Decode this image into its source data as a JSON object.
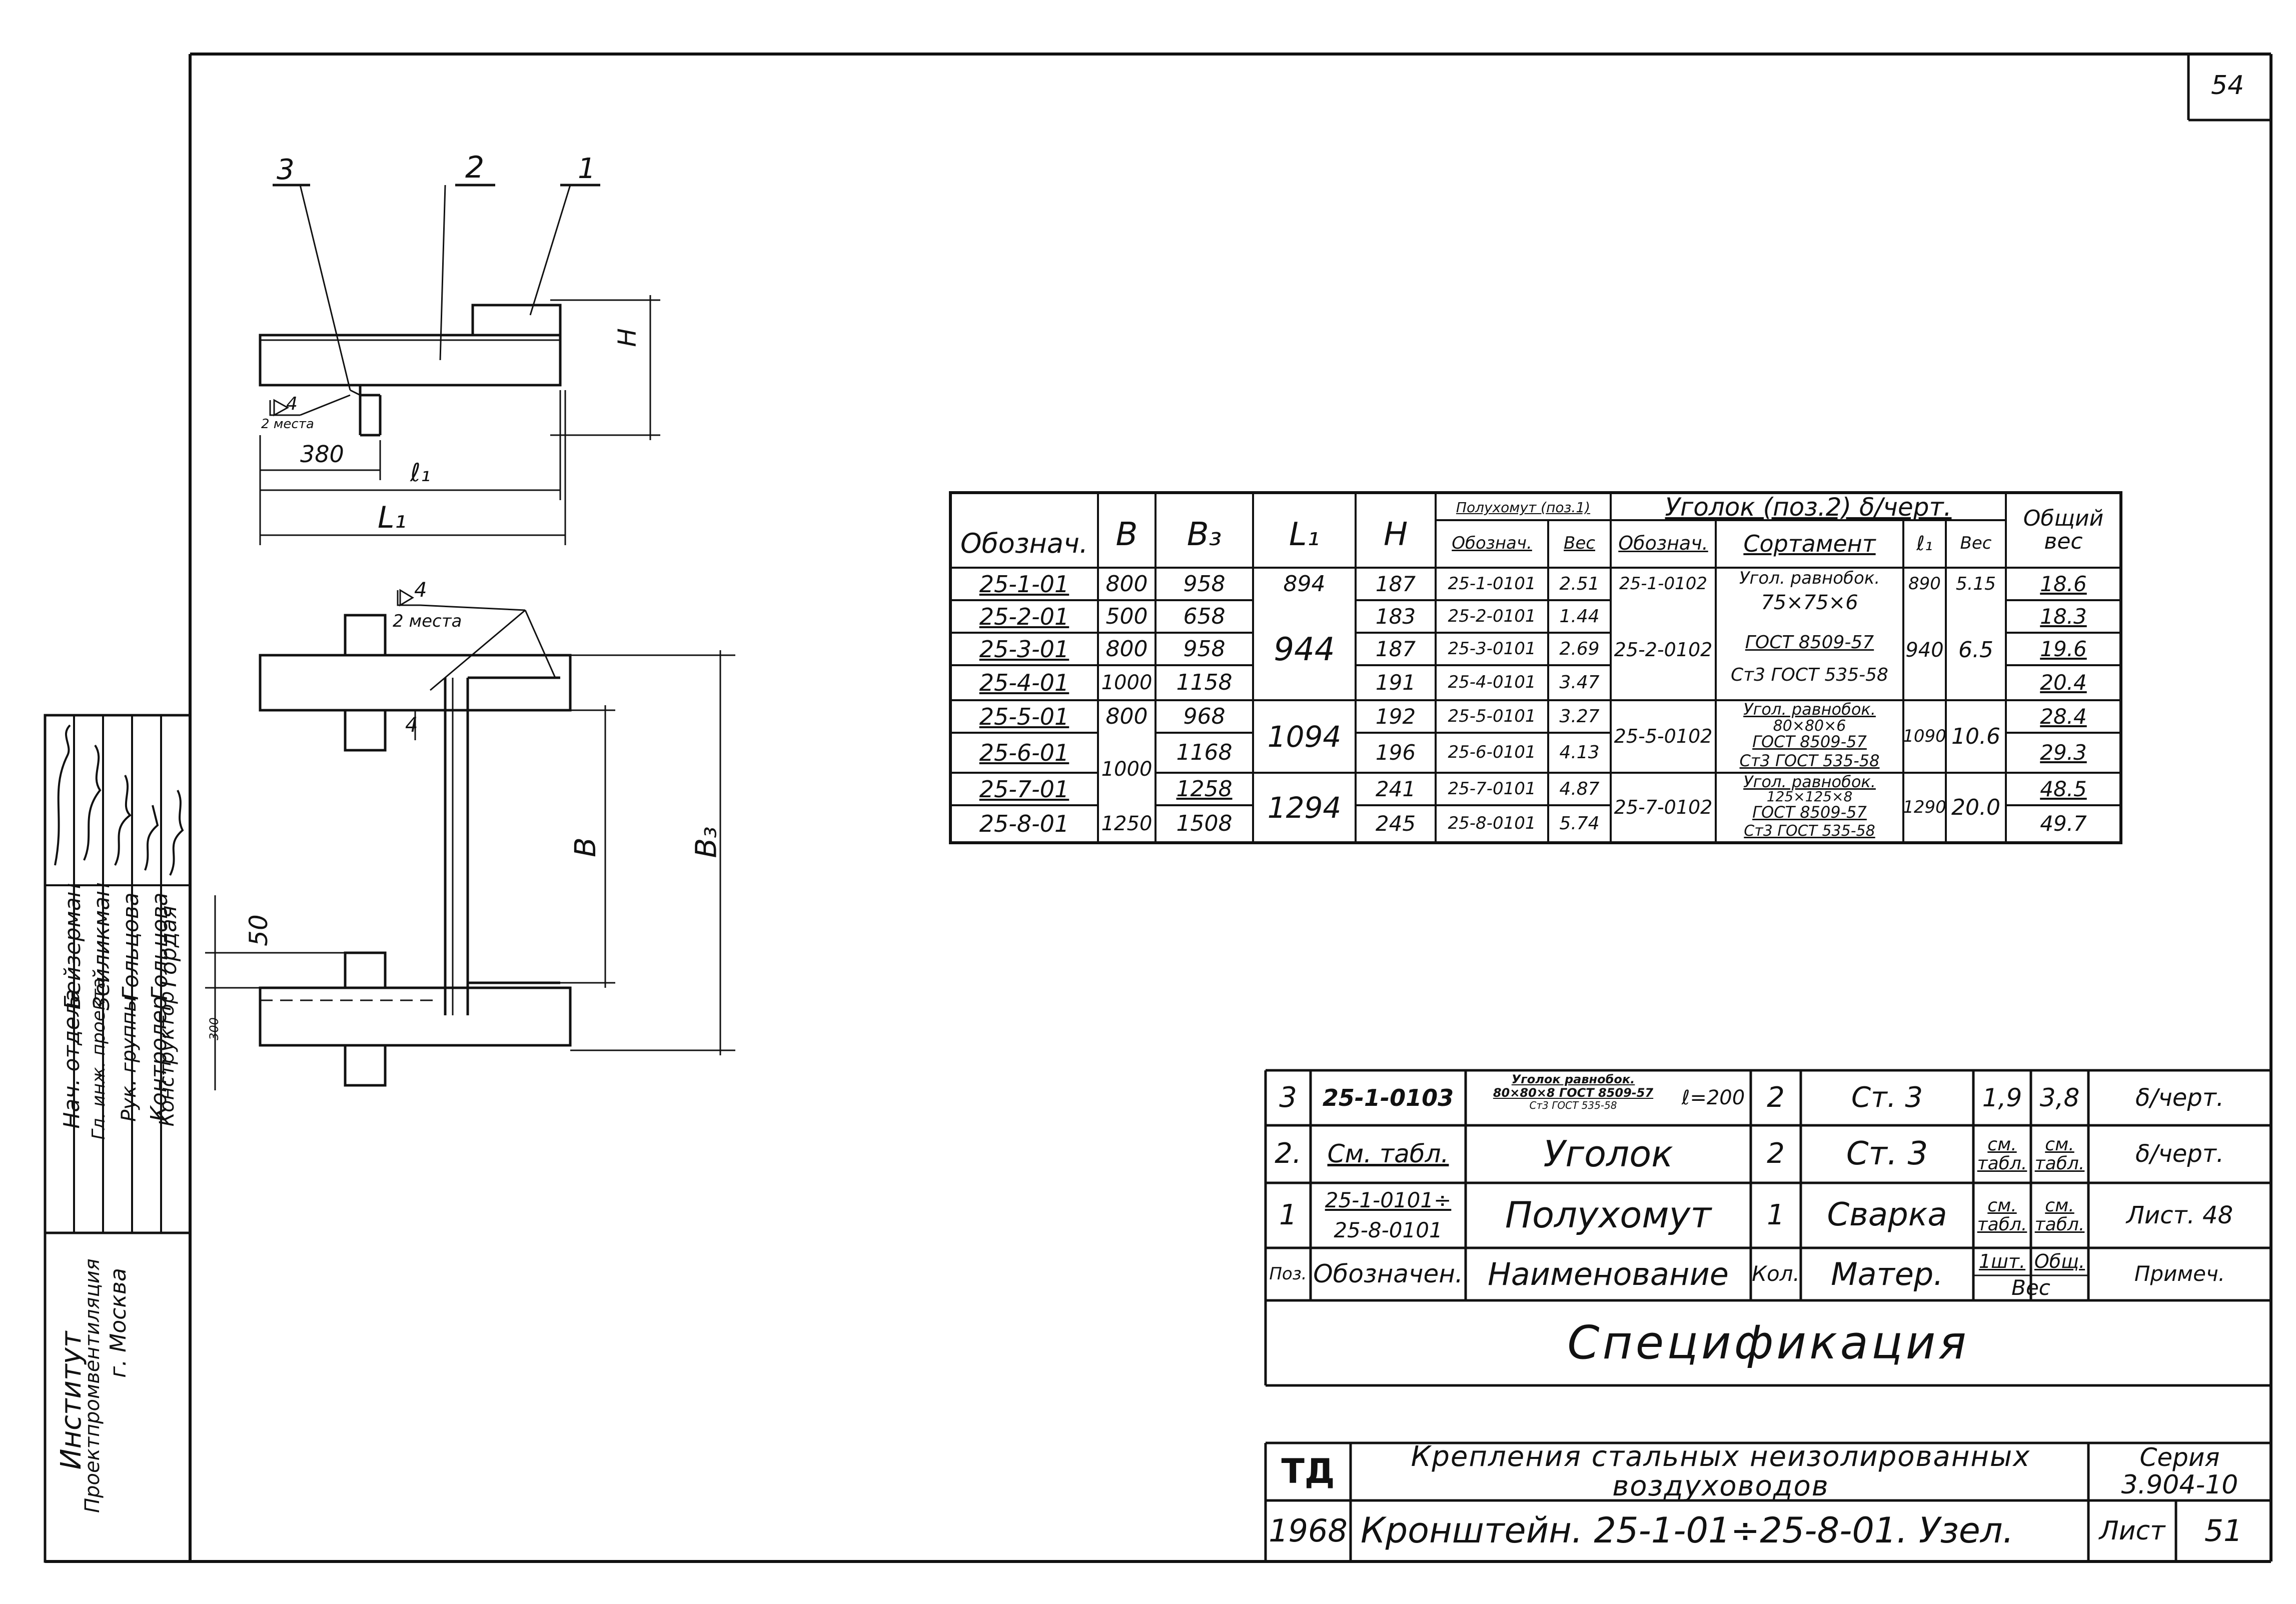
{
  "sheet_number": "54",
  "drawing": {
    "top_view": {
      "callouts": [
        "3",
        "2",
        "1"
      ],
      "weld": "4",
      "weld_note": "2 места",
      "dim_380": "380",
      "dim_l1": "ℓ₁",
      "dim_L1": "L₁",
      "dim_H": "H"
    },
    "side_view": {
      "weld": "4",
      "weld_note": "2 места",
      "dim_4": "4",
      "dim_B": "B",
      "dim_B3": "B₃",
      "dim_50": "50",
      "dim_bottom": "300"
    }
  },
  "dim_table": {
    "headers": {
      "designation": "Обознач.",
      "b": "B",
      "b3": "B₃",
      "l1": "L₁",
      "h": "H",
      "halfclamp": "Полухомут (поз.1)",
      "hc_designation": "Обознач.",
      "hc_weight": "Вес",
      "angle": "Уголок (поз.2) δ/черт.",
      "angle_designation": "Обознач.",
      "angle_assortment": "Сортамент",
      "angle_l1": "ℓ₁",
      "angle_weight": "Вес",
      "total_weight": "Общий вес"
    },
    "rows": [
      {
        "designation": "25-1-01",
        "b": "800",
        "b3": "958",
        "h": "187",
        "hc_designation": "25-1-0101",
        "hc_weight": "2.51",
        "total": "18.6"
      },
      {
        "designation": "25-2-01",
        "b": "500",
        "b3": "658",
        "h": "183",
        "hc_designation": "25-2-0101",
        "hc_weight": "1.44",
        "total": "18.3"
      },
      {
        "designation": "25-3-01",
        "b": "800",
        "b3": "958",
        "h": "187",
        "hc_designation": "25-3-0101",
        "hc_weight": "2.69",
        "total": "19.6"
      },
      {
        "designation": "25-4-01",
        "b": "1000",
        "b3": "1158",
        "h": "191",
        "hc_designation": "25-4-0101",
        "hc_weight": "3.47",
        "total": "20.4"
      },
      {
        "designation": "25-5-01",
        "b": "800",
        "b3": "968",
        "h": "192",
        "hc_designation": "25-5-0101",
        "hc_weight": "3.27",
        "total": "28.4"
      },
      {
        "designation": "25-6-01",
        "b3": "1168",
        "h": "196",
        "hc_designation": "25-6-0101",
        "hc_weight": "4.13",
        "total": "29.3"
      },
      {
        "designation": "25-7-01",
        "b3": "1258",
        "h": "241",
        "hc_designation": "25-7-0101",
        "hc_weight": "4.87",
        "total": "48.5"
      },
      {
        "designation": "25-8-01",
        "b": "1250",
        "b3": "1508",
        "h": "245",
        "hc_designation": "25-8-0101",
        "hc_weight": "5.74",
        "total": "49.7"
      }
    ],
    "merged": {
      "b_6_7": "1000",
      "l1_g1": "894",
      "l1_g2": "944",
      "l1_g3": "1094",
      "l1_g4": "1294",
      "angle_des_g1": "25-1-0102",
      "angle_des_g2": "25-2-0102",
      "angle_des_g3": "25-5-0102",
      "angle_des_g4": "25-7-0102",
      "assort_g1a": "Угол. равнобок.",
      "assort_g1b": "75×75×6",
      "assort_g2a": "ГОСТ 8509-57",
      "assort_g2b": "Ст3 ГОСТ 535-58",
      "assort_g3a": "Угол. равнобок.",
      "assort_g3b": "80×80×6",
      "assort_g3c": "ГОСТ 8509-57",
      "assort_g3d": "Ст3 ГОСТ 535-58",
      "assort_g4a": "Угол. равнобок.",
      "assort_g4b": "125×125×8",
      "assort_g4c": "ГОСТ 8509-57",
      "assort_g4d": "Ст3 ГОСТ 535-58",
      "al1_g1": "890",
      "al1_g2": "940",
      "al1_g3": "1090",
      "al1_g4": "1290",
      "aw_g1": "5.15",
      "aw_g2": "6.5",
      "aw_g3": "10.6",
      "aw_g4": "20.0"
    }
  },
  "signatures": [
    {
      "role": "Нач. отдела",
      "name": "Бейзерман"
    },
    {
      "role": "Гл. инж. проекта",
      "name": "Зейликман"
    },
    {
      "role": "Рук. группы",
      "name": "Гольцова"
    },
    {
      "role": "Контролер",
      "name": "Гольцова"
    },
    {
      "role": "Конструктор",
      "name": "Гордая"
    }
  ],
  "institute": {
    "line1": "Институт",
    "line2": "Проектпромвентиляция",
    "line3": "г. Москва"
  },
  "spec": {
    "rows": [
      {
        "pos": "3",
        "designation": "25-1-0103",
        "name_a": "Уголок равнобок.",
        "name_b": "80×80×8 ГОСТ 8509-57",
        "name_c": "Ст3 ГОСТ 535-58",
        "name_len": "ℓ=200",
        "qty": "2",
        "material": "Ст. 3",
        "w1": "1,9",
        "w2": "3,8",
        "note": "δ/черт."
      },
      {
        "pos": "2.",
        "designation": "См. табл.",
        "name": "Уголок",
        "qty": "2",
        "material": "Ст. 3",
        "w1": "см. табл.",
        "w2": "см. табл.",
        "note": "δ/черт."
      },
      {
        "pos": "1",
        "designation_a": "25-1-0101÷",
        "designation_b": "25-8-0101",
        "name": "Полухомут",
        "qty": "1",
        "material": "Сварка",
        "w1": "см. табл.",
        "w2": "см. табл.",
        "note": "Лист. 48"
      }
    ],
    "header": {
      "pos": "Поз.",
      "designation": "Обозначен.",
      "name": "Наименование",
      "qty": "Кол.",
      "material": "Матер.",
      "w1": "1шт.",
      "w2": "Общ.",
      "weight": "Вес",
      "note": "Примеч."
    },
    "title": "Спецификация"
  },
  "title_block": {
    "org": "ТД",
    "year": "1968",
    "subject": "Крепления стальных неизолированных воздуховодов",
    "series_label": "Серия",
    "series": "3.904-10",
    "drawing_title": "Кронштейн. 25-1-01÷25-8-01. Узел.",
    "sheet_label": "Лист",
    "sheet": "51"
  }
}
